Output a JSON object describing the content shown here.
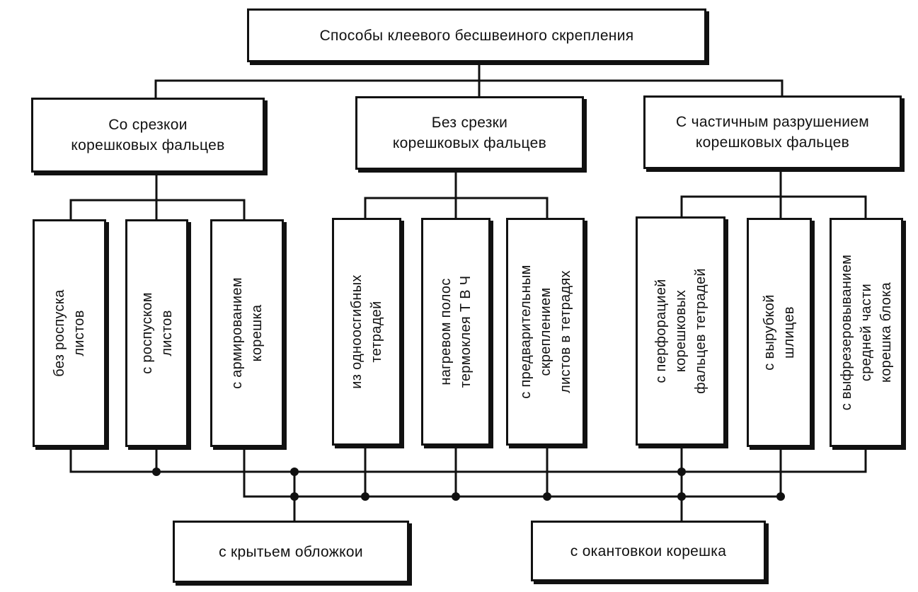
{
  "root": {
    "lines": [
      "Способы клеевого бесшвеиного скрепления"
    ]
  },
  "categories": [
    {
      "lines": [
        "Со срезкои",
        "корешковых фальцев"
      ]
    },
    {
      "lines": [
        "Без срезки",
        "корешковых фальцев"
      ]
    },
    {
      "lines": [
        "С частичным разрушением",
        "корешковых фальцев"
      ]
    }
  ],
  "methods": [
    {
      "lines": [
        "без роспуска",
        "листов"
      ]
    },
    {
      "lines": [
        "с роспуском",
        "листов"
      ]
    },
    {
      "lines": [
        "с армированием",
        "корешка"
      ]
    },
    {
      "lines": [
        "из одноосгибных",
        "тетрадей"
      ]
    },
    {
      "lines": [
        "нагревом полос",
        "термоклея Т В Ч"
      ]
    },
    {
      "lines": [
        "с предварительным",
        "скреплением",
        "листов в тетрадях"
      ]
    },
    {
      "lines": [
        "с перфорацией",
        "корешковых",
        "фальцев тетрадей"
      ]
    },
    {
      "lines": [
        "с вырубкой",
        "шлицев"
      ]
    },
    {
      "lines": [
        "с выфрезеровыванием",
        "средней части",
        "корешка блока"
      ]
    }
  ],
  "outputs": [
    {
      "lines": [
        "с крытьем обложкои"
      ]
    },
    {
      "lines": [
        "с окантовкои корешка"
      ]
    }
  ]
}
